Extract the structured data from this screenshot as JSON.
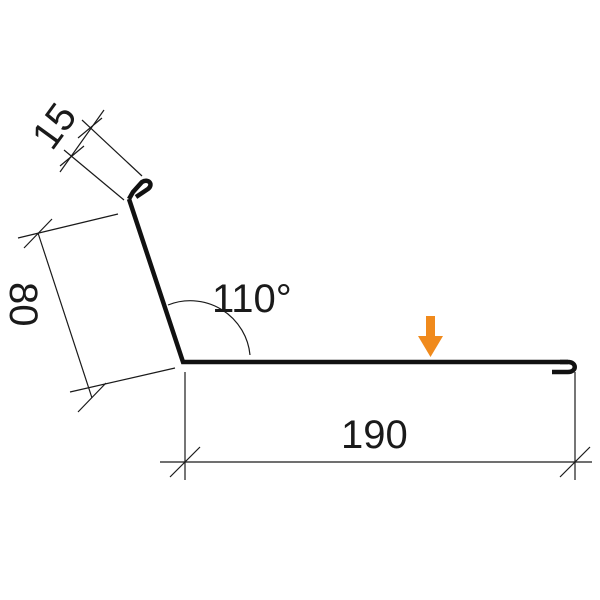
{
  "drawing": {
    "dimensions": {
      "hem": "15",
      "flange": "80",
      "base": "190",
      "angle": "110°"
    },
    "colors": {
      "profile": "#111111",
      "dimension_lines": "#1a1a1a",
      "arrow": "#f08a1c",
      "background": "#ffffff"
    },
    "icons": {
      "marker": "down-arrow-icon"
    }
  }
}
